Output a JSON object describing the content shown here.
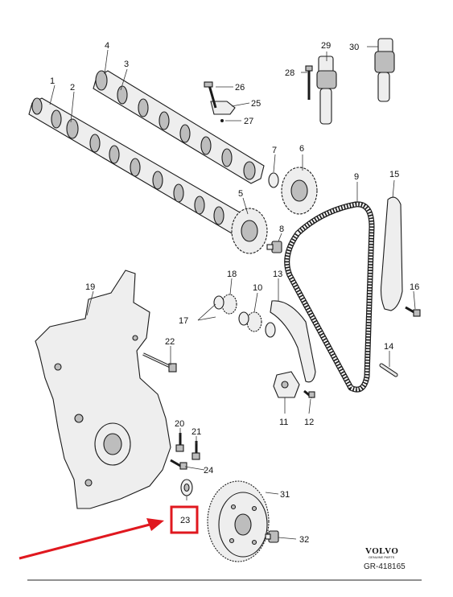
{
  "parts": [
    {
      "id": "1",
      "label": "1"
    },
    {
      "id": "2",
      "label": "2"
    },
    {
      "id": "3",
      "label": "3"
    },
    {
      "id": "4",
      "label": "4"
    },
    {
      "id": "5",
      "label": "5"
    },
    {
      "id": "6",
      "label": "6"
    },
    {
      "id": "7",
      "label": "7"
    },
    {
      "id": "8",
      "label": "8"
    },
    {
      "id": "9",
      "label": "9"
    },
    {
      "id": "10",
      "label": "10"
    },
    {
      "id": "11",
      "label": "11"
    },
    {
      "id": "12",
      "label": "12"
    },
    {
      "id": "13",
      "label": "13"
    },
    {
      "id": "14",
      "label": "14"
    },
    {
      "id": "15",
      "label": "15"
    },
    {
      "id": "16",
      "label": "16"
    },
    {
      "id": "17",
      "label": "17"
    },
    {
      "id": "18",
      "label": "18"
    },
    {
      "id": "19",
      "label": "19"
    },
    {
      "id": "20",
      "label": "20"
    },
    {
      "id": "21",
      "label": "21"
    },
    {
      "id": "22",
      "label": "22"
    },
    {
      "id": "23",
      "label": "23"
    },
    {
      "id": "24",
      "label": "24"
    },
    {
      "id": "25",
      "label": "25"
    },
    {
      "id": "26",
      "label": "26"
    },
    {
      "id": "27",
      "label": "27"
    },
    {
      "id": "28",
      "label": "28"
    },
    {
      "id": "29",
      "label": "29"
    },
    {
      "id": "30",
      "label": "30"
    },
    {
      "id": "31",
      "label": "31"
    },
    {
      "id": "32",
      "label": "32"
    }
  ],
  "highlight": {
    "part": "23",
    "box_color": "#e0181f",
    "arrow_color": "#e0181f"
  },
  "brand": {
    "name": "VOLVO",
    "subtitle": "GENUINE PARTS"
  },
  "reference": "GR-418165"
}
